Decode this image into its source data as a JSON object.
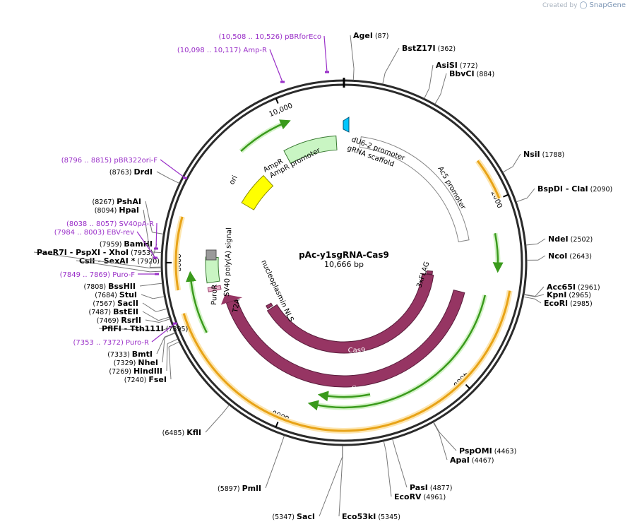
{
  "watermark": {
    "prefix": "Created by",
    "brand": "SnapGene"
  },
  "plasmid": {
    "name": "pAc-y1sgRNA-Cas9",
    "length_label": "10,666 bp",
    "length": 10666
  },
  "ticks": [
    {
      "label": "2000",
      "pos": 2000
    },
    {
      "label": "4000",
      "pos": 4000
    },
    {
      "label": "6000",
      "pos": 6000
    },
    {
      "label": "8000",
      "pos": 8000
    },
    {
      "label": "10,000",
      "pos": 10000
    }
  ],
  "sites": [
    {
      "name": "AgeI",
      "pos_label": "(87)",
      "pos": 87
    },
    {
      "name": "BstZ17I",
      "pos_label": "(362)",
      "pos": 362
    },
    {
      "name": "AsiSI",
      "pos_label": "(772)",
      "pos": 772
    },
    {
      "name": "BbvCI",
      "pos_label": "(884)",
      "pos": 884
    },
    {
      "name": "NsiI",
      "pos_label": "(1788)",
      "pos": 1788
    },
    {
      "name": "BspDI",
      "extra": "- ClaI",
      "pos_label": "(2090)",
      "pos": 2090
    },
    {
      "name": "NdeI",
      "pos_label": "(2502)",
      "pos": 2502
    },
    {
      "name": "NcoI",
      "pos_label": "(2643)",
      "pos": 2643
    },
    {
      "name": "Acc65I",
      "pos_label": "(2961)",
      "pos": 2961
    },
    {
      "name": "KpnI",
      "pos_label": "(2965)",
      "pos": 2965
    },
    {
      "name": "EcoRI",
      "pos_label": "(2985)",
      "pos": 2985
    },
    {
      "name": "PspOMI",
      "pos_label": "(4463)",
      "pos": 4463
    },
    {
      "name": "ApaI",
      "pos_label": "(4467)",
      "pos": 4467
    },
    {
      "name": "PasI",
      "pos_label": "(4877)",
      "pos": 4877
    },
    {
      "name": "EcoRV",
      "pos_label": "(4961)",
      "pos": 4961
    },
    {
      "name": "Eco53kI",
      "pos_label": "(5345)",
      "pos": 5345
    },
    {
      "name": "SacI",
      "pos_label": "(5347)",
      "pos": 5347
    },
    {
      "name": "PmlI",
      "pos_label": "(5897)",
      "pos": 5897
    },
    {
      "name": "KflI",
      "pos_label": "(6485)",
      "pos": 6485
    },
    {
      "name": "FseI",
      "pos_label": "(7240)",
      "pos": 7240
    },
    {
      "name": "HindIII",
      "pos_label": "(7269)",
      "pos": 7269
    },
    {
      "name": "NheI",
      "pos_label": "(7329)",
      "pos": 7329
    },
    {
      "name": "BmtI",
      "pos_label": "(7333)",
      "pos": 7333
    },
    {
      "name": "PflFI",
      "extra": "- Tth111I",
      "pos_label": "(7395)",
      "pos": 7395
    },
    {
      "name": "RsrII",
      "pos_label": "(7469)",
      "pos": 7469
    },
    {
      "name": "BstEII",
      "pos_label": "(7487)",
      "pos": 7487
    },
    {
      "name": "SacII",
      "pos_label": "(7567)",
      "pos": 7567
    },
    {
      "name": "StuI",
      "pos_label": "(7684)",
      "pos": 7684
    },
    {
      "name": "BssHII",
      "pos_label": "(7808)",
      "pos": 7808
    },
    {
      "name": "CsiI",
      "extra": "- SexAI *",
      "pos_label": "(7920)",
      "pos": 7920
    },
    {
      "name": "PaeR7I",
      "extra": "- PspXI - XhoI",
      "pos_label": "(7953)",
      "pos": 7953
    },
    {
      "name": "BamHI",
      "pos_label": "(7959)",
      "pos": 7959
    },
    {
      "name": "HpaI",
      "pos_label": "(8094)",
      "pos": 8094
    },
    {
      "name": "PshAI",
      "pos_label": "(8267)",
      "pos": 8267
    },
    {
      "name": "DrdI",
      "pos_label": "(8763)",
      "pos": 8763
    }
  ],
  "primers": [
    {
      "name": "pBRforEco",
      "range": "(10,508 .. 10,526)"
    },
    {
      "name": "Amp-R",
      "range": "(10,098 .. 10,117)"
    },
    {
      "name": "pBR322ori-F",
      "range": "(8796 .. 8815)"
    },
    {
      "name": "SV40pA-R",
      "range": "(8038 .. 8057)"
    },
    {
      "name": "EBV-rev",
      "range": "(7984 .. 8003)"
    },
    {
      "name": "Puro-F",
      "range": "(7849 .. 7869)"
    },
    {
      "name": "Puro-R",
      "range": "(7353 .. 7372)"
    }
  ],
  "features": {
    "du6": "dU6-2 promoter",
    "grna": "gRNA scaffold",
    "ac5": "Ac5 promoter",
    "ampr": "AmpR",
    "ampr_promoter": "AmpR promoter",
    "ori": "ori",
    "sv40": "SV40 poly(A) signal",
    "puror": "PuroR",
    "t2a": "T2A",
    "nls": "nucleoplasmin NLS",
    "flag": "3xFLAG",
    "cas9_inner": "Cas9",
    "cas9_outer": "Cas9"
  },
  "colors": {
    "backbone": "#2b2b2b",
    "orf_orange": "#e8a317",
    "orf_green": "#3a9a1c",
    "cas9": "#963563",
    "ampr": "#c9f5c3",
    "ori": "#ffff00",
    "du6": "#00c6ff",
    "primer": "#9a30c8"
  }
}
